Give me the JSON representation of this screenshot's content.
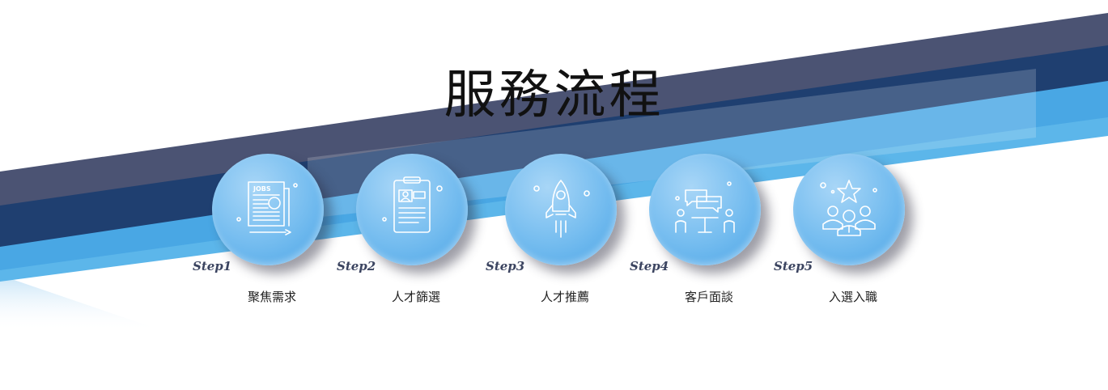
{
  "title": "服務流程",
  "colors": {
    "band_dark": "#4a5272",
    "band_navy": "#1d3f70",
    "band_blue": "#4aa7e3",
    "band_light": "#6cc0ea",
    "circle": "#74bcef"
  },
  "steps": [
    {
      "number": "Step1",
      "label": "聚焦需求",
      "icon": "jobs-newspaper-icon"
    },
    {
      "number": "Step2",
      "label": "人才篩選",
      "icon": "resume-clipboard-icon"
    },
    {
      "number": "Step3",
      "label": "人才推薦",
      "icon": "rocket-icon"
    },
    {
      "number": "Step4",
      "label": "客戶面談",
      "icon": "interview-table-icon"
    },
    {
      "number": "Step5",
      "label": "入選入職",
      "icon": "team-star-icon"
    }
  ]
}
